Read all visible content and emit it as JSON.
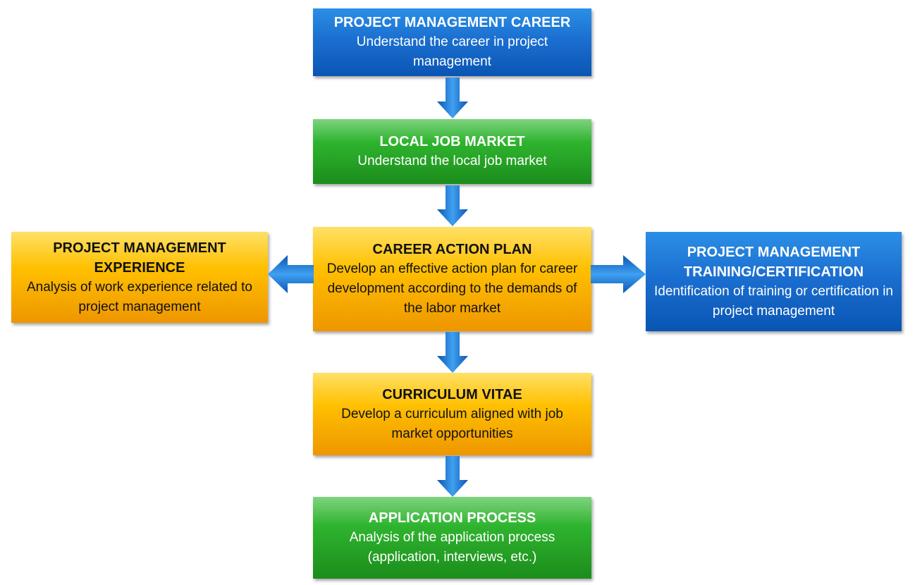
{
  "boxes": {
    "pm_career": {
      "title": "PROJECT MANAGEMENT CAREER",
      "desc": "Understand the career in project management"
    },
    "local_market": {
      "title": "LOCAL JOB MARKET",
      "desc": "Understand the local job market"
    },
    "action_plan": {
      "title": "CAREER ACTION PLAN",
      "desc": "Develop an effective action plan for career development according to the demands of the labor market"
    },
    "experience": {
      "title": "PROJECT MANAGEMENT EXPERIENCE",
      "desc": "Analysis of work experience related to project management"
    },
    "training": {
      "title": "PROJECT MANAGEMENT TRAINING/CERTIFICATION",
      "desc": "Identification of training or certification in project management"
    },
    "cv": {
      "title": "CURRICULUM VITAE",
      "desc": "Develop a curriculum aligned with job market opportunities"
    },
    "application": {
      "title": "APPLICATION PROCESS",
      "desc": "Analysis of the application process (application, interviews, etc.)"
    }
  },
  "colors": {
    "blue": "#1b6fd0",
    "green": "#2fb42f",
    "orange": "#ffc000",
    "arrow": "#1a6fd0"
  }
}
